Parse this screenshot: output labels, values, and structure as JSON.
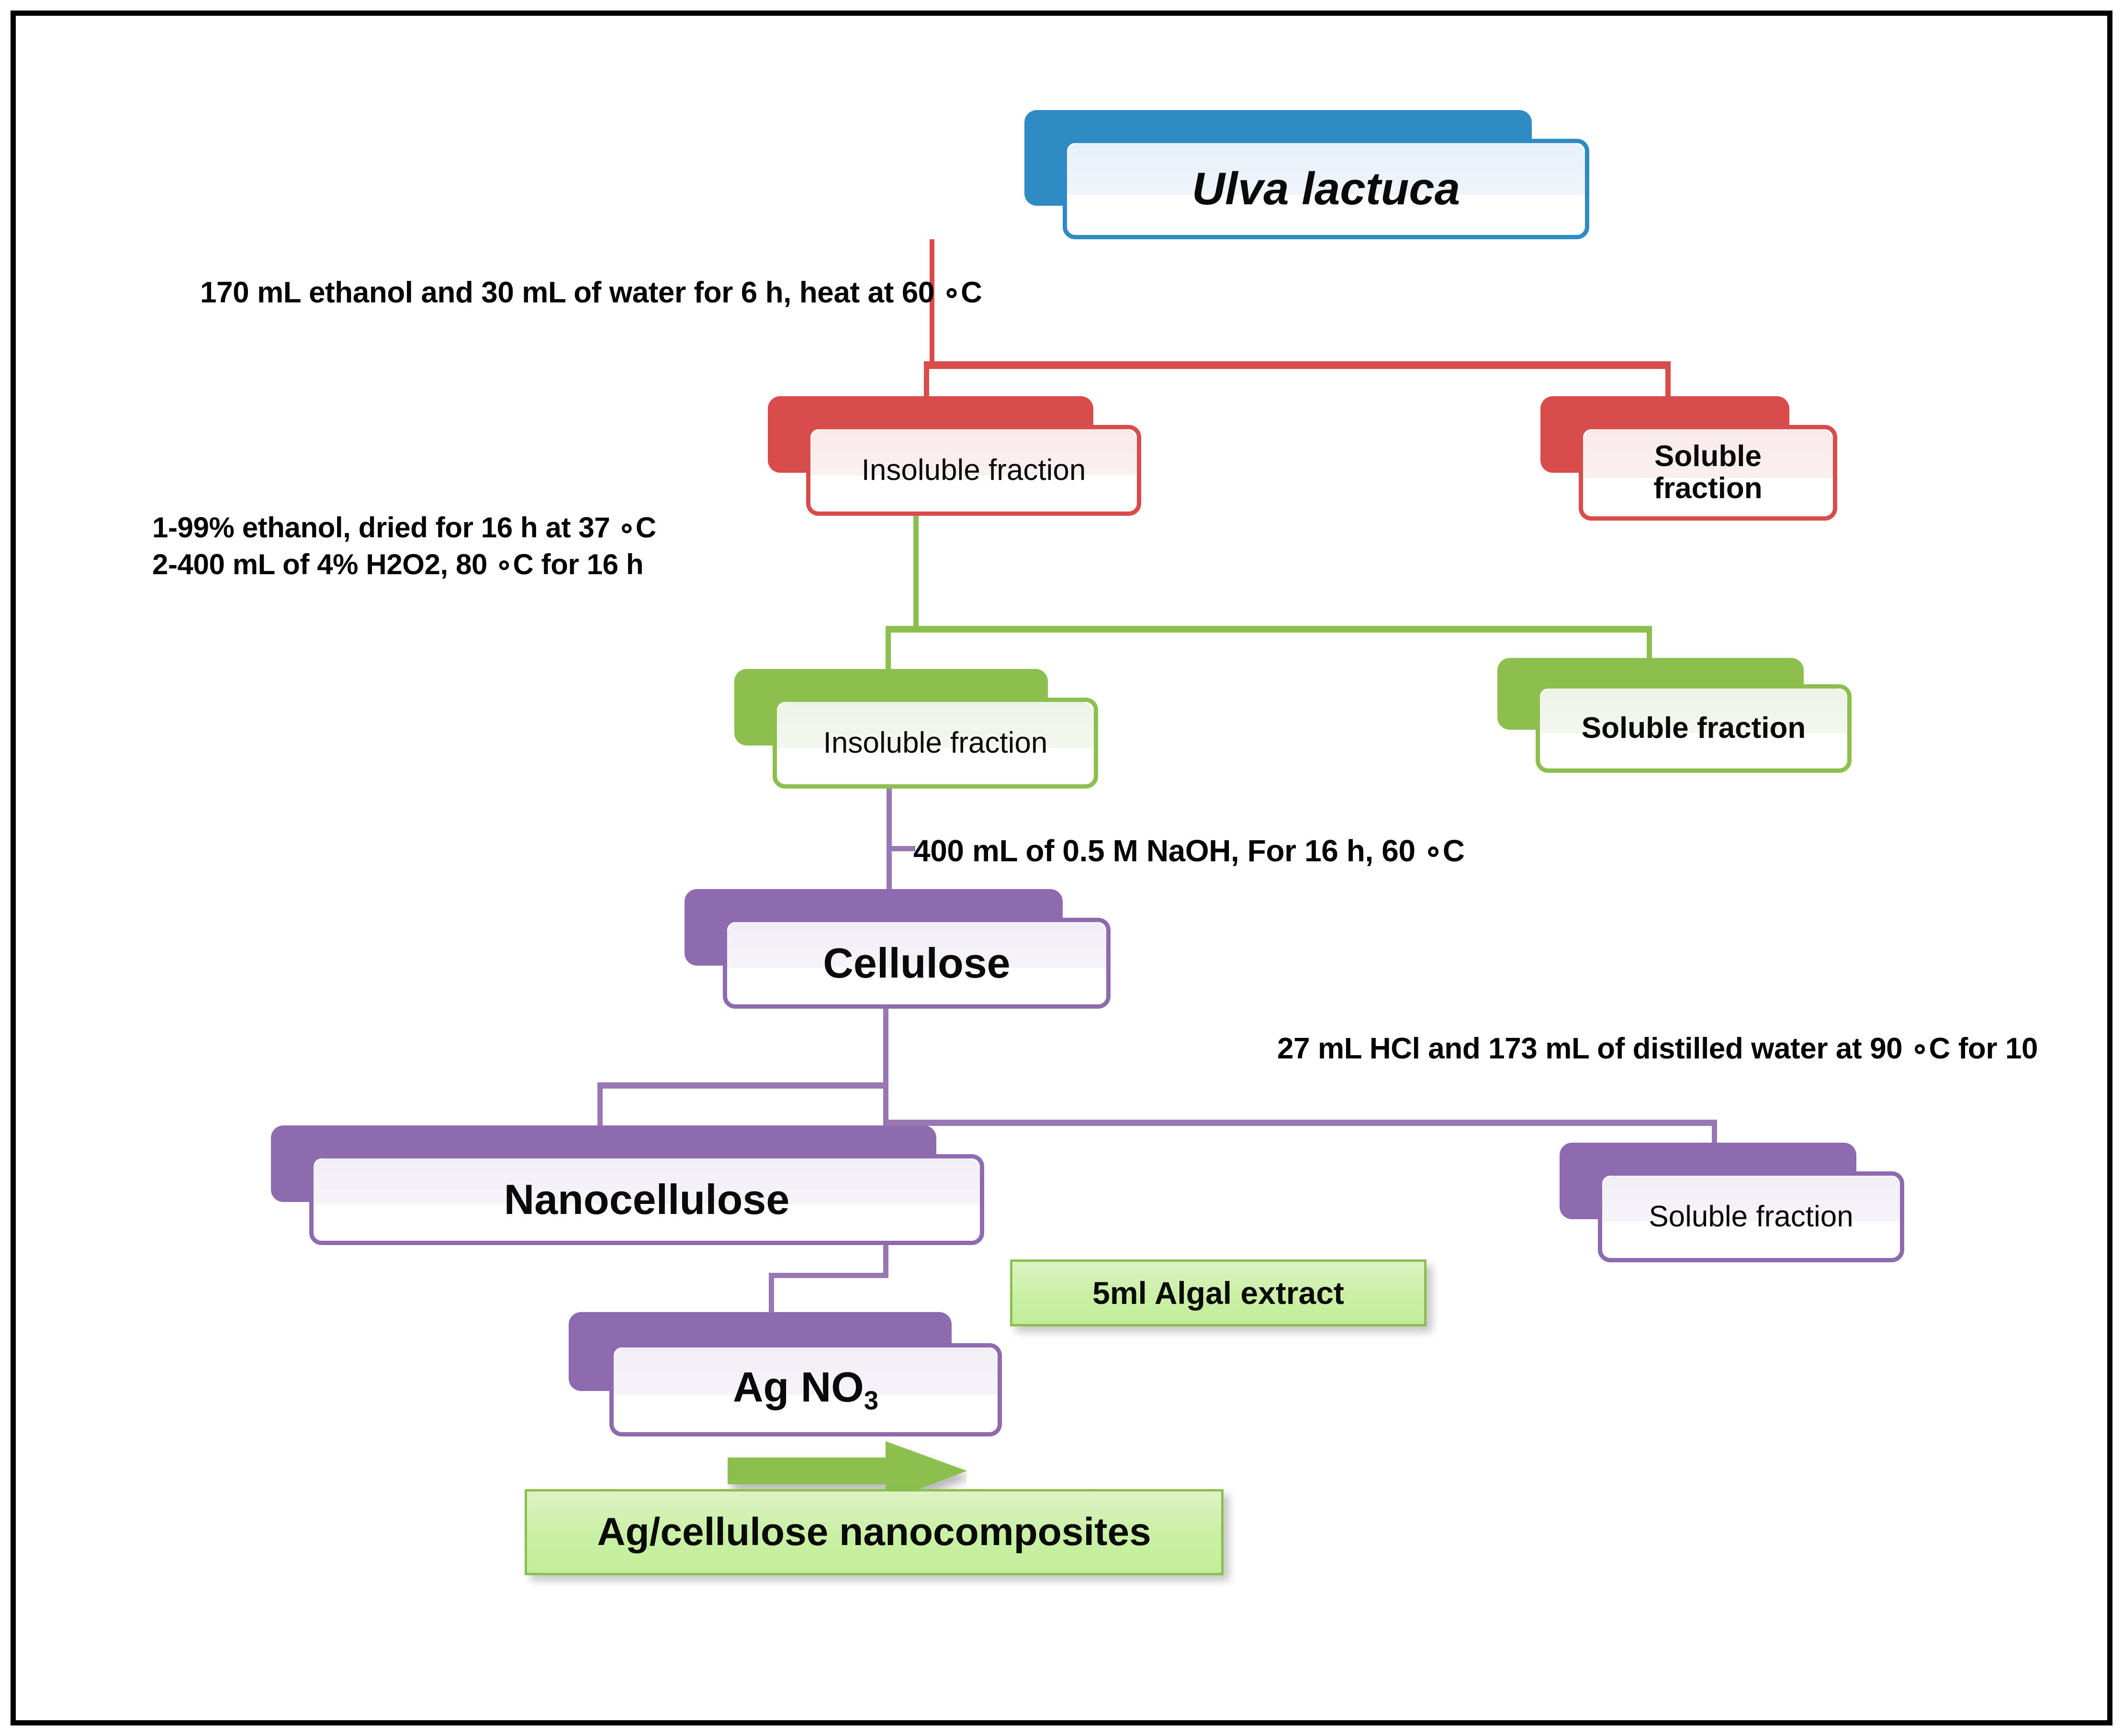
{
  "figure": {
    "title_node": "Ulva lactuca",
    "colors": {
      "blue": "#2E8BC4",
      "red": "#D94C4C",
      "green": "#8CBF4D",
      "purple": "#8E6BAE",
      "callout_green_fill": "#C9F0A4",
      "frame_black": "#000000"
    }
  },
  "nodes": {
    "source": "Ulva lactuca",
    "red_insoluble": "Insoluble fraction",
    "red_soluble": "Soluble\nfraction",
    "red_soluble_line1": "Soluble",
    "red_soluble_line2": "fraction",
    "green_insoluble": "Insoluble fraction",
    "green_soluble": "Soluble fraction",
    "cellulose": "Cellulose",
    "nanocellulose": "Nanocellulose",
    "purple_soluble": "Soluble fraction",
    "agno3_prefix": "Ag NO",
    "agno3_subscript": "3",
    "algal_extract": "5ml Algal extract",
    "product": "Ag/cellulose nanocomposites"
  },
  "annotations": {
    "step1": "170 mL ethanol and 30 mL of water for 6 h, heat at 60 ∘C",
    "step2_line1": "1-99% ethanol, dried for 16 h at 37 ∘C",
    "step2_line2": "2-400 mL of 4% H2O2, 80 ∘C for 16 h",
    "step3": "400 mL of 0.5 M NaOH, For 16 h, 60 ∘C",
    "step4": "27 mL HCl and 173 mL of distilled water at 90 ∘C for 10"
  }
}
